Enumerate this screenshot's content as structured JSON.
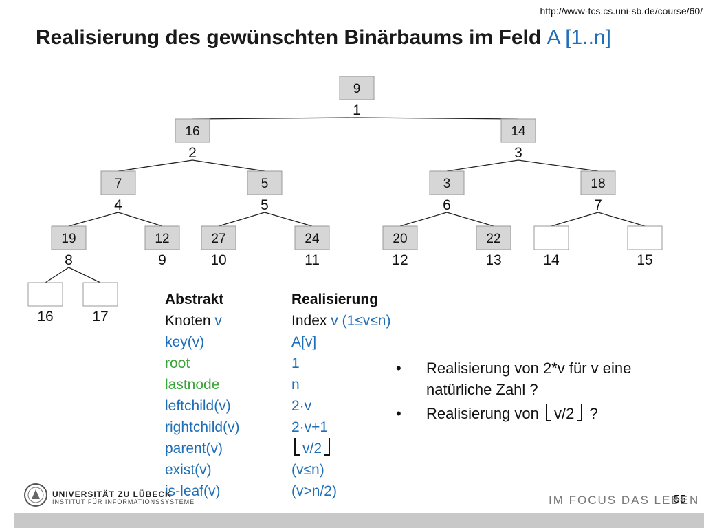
{
  "url": "http://www-tcs.cs.uni-sb.de/course/60/",
  "title": {
    "main": "Realisierung des gewünschten Binärbaums im Feld",
    "blue": "A [1..n]"
  },
  "tree": {
    "nodes": [
      {
        "key": "9",
        "index": "1"
      },
      {
        "key": "16",
        "index": "2"
      },
      {
        "key": "14",
        "index": "3"
      },
      {
        "key": "7",
        "index": "4"
      },
      {
        "key": "5",
        "index": "5"
      },
      {
        "key": "3",
        "index": "6"
      },
      {
        "key": "18",
        "index": "7"
      },
      {
        "key": "19",
        "index": "8"
      },
      {
        "key": "12",
        "index": "9"
      },
      {
        "key": "27",
        "index": "10"
      },
      {
        "key": "24",
        "index": "11"
      },
      {
        "key": "20",
        "index": "12"
      },
      {
        "key": "22",
        "index": "13"
      },
      {
        "key": "",
        "index": "14"
      },
      {
        "key": "",
        "index": "15"
      },
      {
        "key": "",
        "index": "16"
      },
      {
        "key": "",
        "index": "17"
      }
    ]
  },
  "table": {
    "abstrakt_header": "Abstrakt",
    "realisierung_header": "Realisierung",
    "rows": [
      {
        "left_a": "Knoten ",
        "left_b": "v",
        "right_a": "Index ",
        "right_b": "v (1≤v≤n)"
      },
      {
        "left": "key(v)",
        "right": "A[v]"
      },
      {
        "left": "root",
        "right": "1"
      },
      {
        "left": "lastnode",
        "right": "n"
      },
      {
        "left": "leftchild(v)",
        "right": "2·v"
      },
      {
        "left": "rightchild(v)",
        "right": "2·v+1"
      },
      {
        "left": "parent(v)",
        "right": "v/2"
      },
      {
        "left": "exist(v)",
        "right": "(v≤n)"
      },
      {
        "left": "is-leaf(v)",
        "right": "(v>n/2)"
      }
    ]
  },
  "bullets": {
    "b1": "Realisierung von 2*v für v eine natürliche Zahl ?",
    "b2_pre": "Realisierung von",
    "b2_mid": "v/2",
    "b2_post": "?"
  },
  "footer": {
    "university": "UNIVERSITÄT ZU LÜBECK",
    "institute": "INSTITUT FÜR INFORMATIONSSYSTEME",
    "slogan": "IM FOCUS DAS LEBEN",
    "page": "55"
  },
  "colors": {
    "blue": "#1f6fb8",
    "green": "#3aa53a",
    "node_fill": "#d6d6d6"
  }
}
